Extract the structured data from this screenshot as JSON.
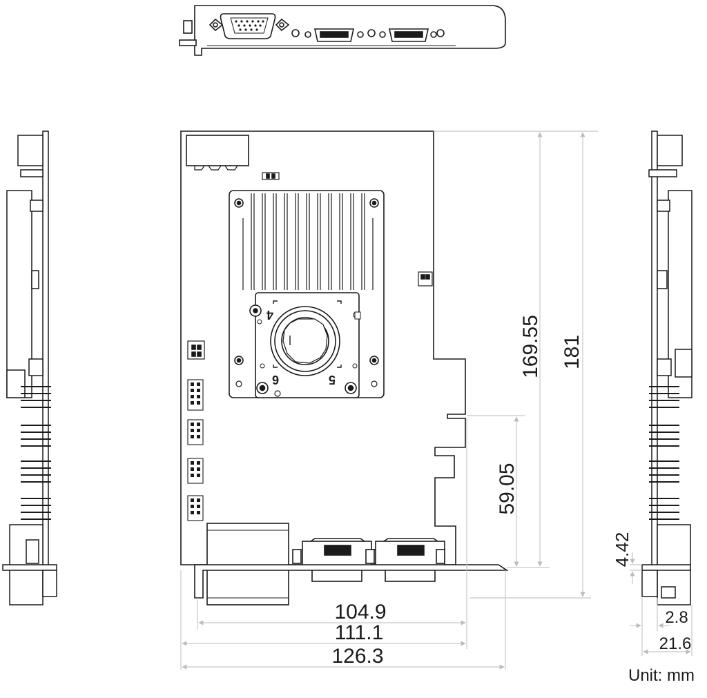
{
  "diagram": {
    "dimensions": {
      "width_inner": "104.9",
      "width_mid": "111.1",
      "width_total": "126.3",
      "height_board": "169.55",
      "height_total": "181",
      "height_slot": "59.05",
      "side_thickness_a": "4.42",
      "side_thickness_b": "2.8",
      "side_width": "21.6"
    },
    "unit_label": "Unit: mm",
    "markings": {
      "corner_4": "4",
      "corner_5": "5",
      "corner_6": "6"
    },
    "colors": {
      "line": "#1a1a1a",
      "dim_line": "#c8c8c8",
      "fill": "#ffffff"
    }
  }
}
